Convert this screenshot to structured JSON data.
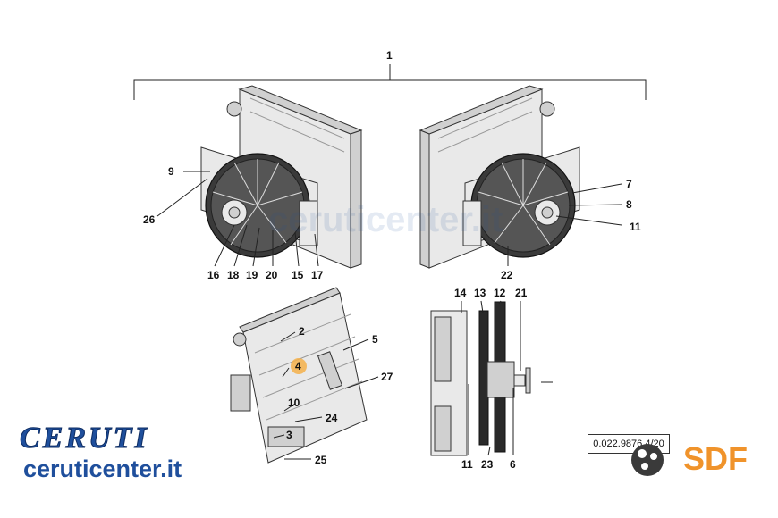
{
  "diagram": {
    "callouts": [
      {
        "id": "1",
        "label": "1"
      },
      {
        "id": "9",
        "label": "9"
      },
      {
        "id": "26",
        "label": "26"
      },
      {
        "id": "16",
        "label": "16"
      },
      {
        "id": "18",
        "label": "18"
      },
      {
        "id": "19",
        "label": "19"
      },
      {
        "id": "20",
        "label": "20"
      },
      {
        "id": "15",
        "label": "15"
      },
      {
        "id": "17",
        "label": "17"
      },
      {
        "id": "7",
        "label": "7"
      },
      {
        "id": "8",
        "label": "8"
      },
      {
        "id": "11a",
        "label": "11"
      },
      {
        "id": "22",
        "label": "22"
      },
      {
        "id": "2",
        "label": "2"
      },
      {
        "id": "5",
        "label": "5"
      },
      {
        "id": "4",
        "label": "4"
      },
      {
        "id": "27",
        "label": "27"
      },
      {
        "id": "10",
        "label": "10"
      },
      {
        "id": "24",
        "label": "24"
      },
      {
        "id": "3",
        "label": "3"
      },
      {
        "id": "25",
        "label": "25"
      },
      {
        "id": "14",
        "label": "14"
      },
      {
        "id": "13",
        "label": "13"
      },
      {
        "id": "12",
        "label": "12"
      },
      {
        "id": "21",
        "label": "21"
      },
      {
        "id": "11b",
        "label": "11"
      },
      {
        "id": "23",
        "label": "23"
      },
      {
        "id": "6",
        "label": "6"
      }
    ],
    "highlight_color": "#f0a030",
    "reference_code": "0.022.9876.4/20"
  },
  "branding": {
    "dealer_name": "CERUTI",
    "dealer_url": "ceruticenter.it",
    "watermark_url": "ceruticenter.it",
    "manufacturer": "SDF",
    "dealer_color": "#1f4f9c",
    "manufacturer_color": "#f0932b"
  }
}
